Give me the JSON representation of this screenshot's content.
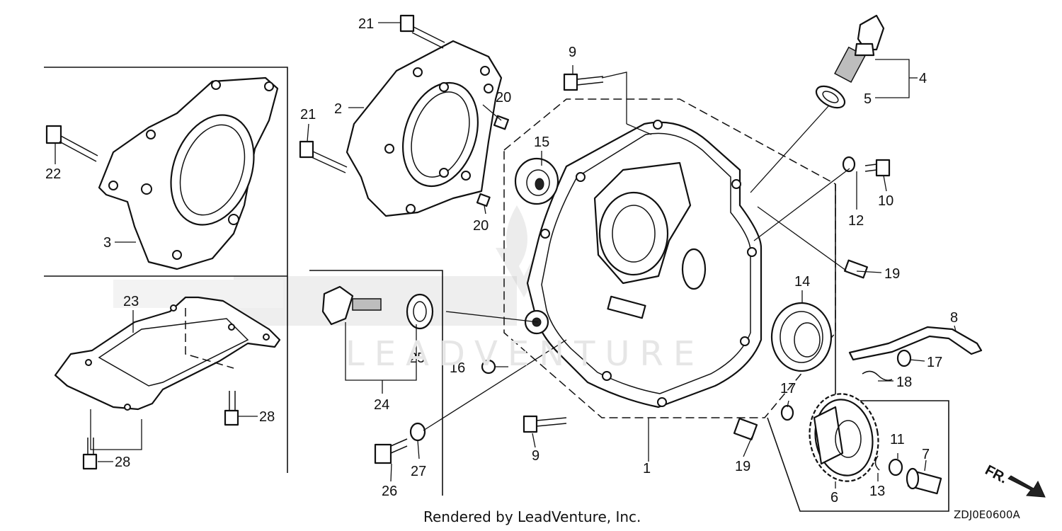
{
  "diagram": {
    "parts": [
      {
        "label": "1"
      },
      {
        "label": "2"
      },
      {
        "label": "3"
      },
      {
        "label": "4"
      },
      {
        "label": "5"
      },
      {
        "label": "6"
      },
      {
        "label": "7"
      },
      {
        "label": "8"
      },
      {
        "label": "9"
      },
      {
        "label": "9"
      },
      {
        "label": "10"
      },
      {
        "label": "11"
      },
      {
        "label": "12"
      },
      {
        "label": "13"
      },
      {
        "label": "14"
      },
      {
        "label": "15"
      },
      {
        "label": "16"
      },
      {
        "label": "17"
      },
      {
        "label": "17"
      },
      {
        "label": "18"
      },
      {
        "label": "19"
      },
      {
        "label": "19"
      },
      {
        "label": "20"
      },
      {
        "label": "20"
      },
      {
        "label": "21"
      },
      {
        "label": "21"
      },
      {
        "label": "22"
      },
      {
        "label": "23"
      },
      {
        "label": "24"
      },
      {
        "label": "25"
      },
      {
        "label": "26"
      },
      {
        "label": "27"
      },
      {
        "label": "28"
      },
      {
        "label": "28"
      }
    ],
    "direction_label": "FR.",
    "watermark": "LEADVENTURE",
    "footer_credit": "Rendered by LeadVenture, Inc.",
    "diagram_code": "ZDJ0E0600A"
  }
}
